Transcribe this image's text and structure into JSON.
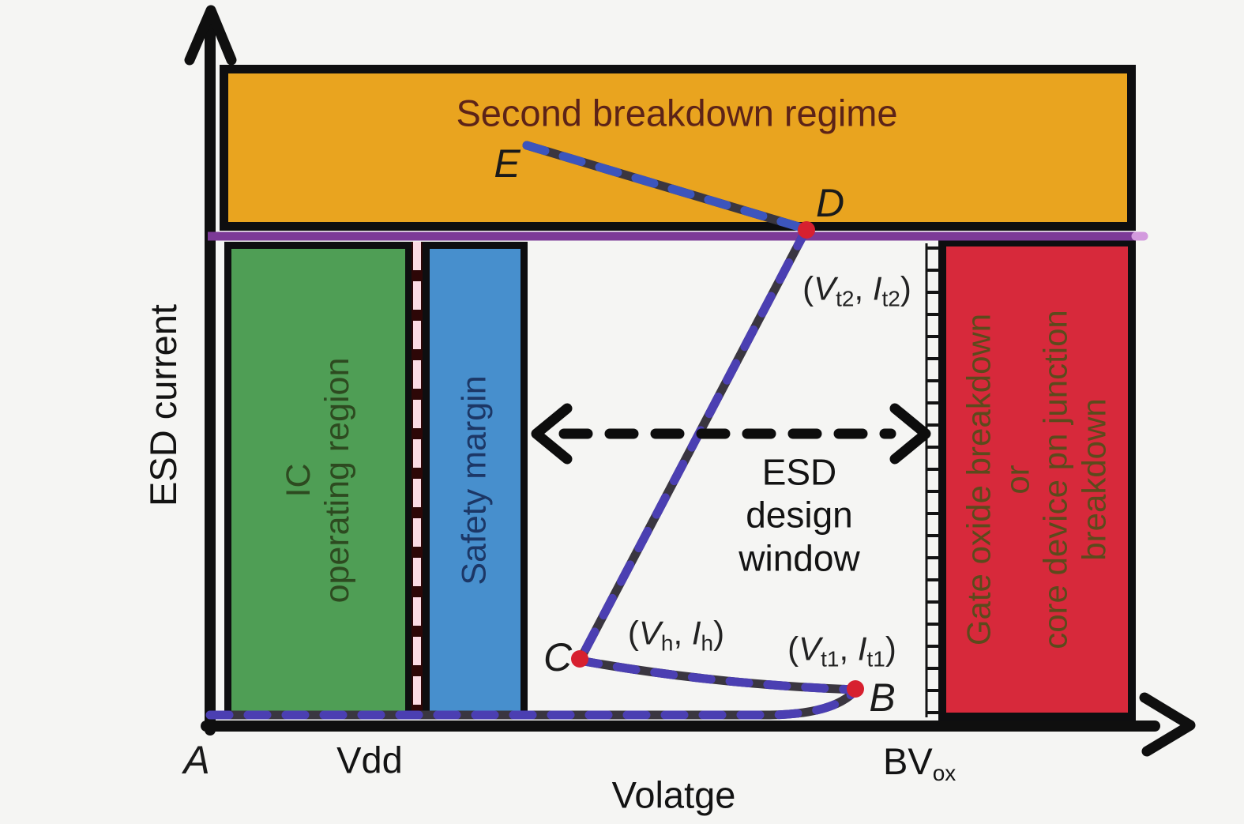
{
  "colors": {
    "bg": "#f5f5f3",
    "ink": "#0e0e10",
    "orange": "#e9a41f",
    "green": "#4f9e55",
    "blue": "#478fcd",
    "red": "#d7293b",
    "purple": "#7c3a97",
    "purple-cap": "#d39ade",
    "curve": "#4b3fb2",
    "curve-base": "#3a3640",
    "dot": "#d7202f",
    "sep-bg": "#2d0707",
    "sep-dash": "#fadbe4",
    "title-orange-text": "#5c2318",
    "green-text": "#2d4a20",
    "blue-text": "#1c3766",
    "red-text": "#5c4a1c"
  },
  "axes": {
    "y_label": "ESD current",
    "x_label": "Volatge",
    "tick_origin": "A",
    "tick_vdd": "Vdd",
    "tick_bvox_main": "BV",
    "tick_bvox_sub": "ox"
  },
  "regions": {
    "second_breakdown": {
      "label": "Second breakdown regime"
    },
    "ic_operating": {
      "lines": [
        "IC",
        "operating region"
      ]
    },
    "safety_margin": {
      "label": "Safety margin"
    },
    "breakdown_right": {
      "lines": [
        "Gate oxide breakdown",
        "or",
        "core device pn junction",
        "breakdown"
      ]
    },
    "design_window": {
      "lines": [
        "ESD",
        "design",
        "window"
      ]
    }
  },
  "points": {
    "a": "A",
    "b": "B",
    "c": "C",
    "d": "D",
    "e": "E"
  },
  "coords": {
    "d": {
      "open": "(",
      "v": "V",
      "v_sub": "t2",
      "sep": ", ",
      "i": "I",
      "i_sub": "t2",
      "close": ")"
    },
    "h": {
      "open": "(",
      "v": "V",
      "v_sub": "h",
      "sep": ", ",
      "i": "I",
      "i_sub": "h",
      "close": ")"
    },
    "t1": {
      "open": "(",
      "v": "V",
      "v_sub": "t1",
      "sep": ", ",
      "i": "I",
      "i_sub": "t1",
      "close": ")"
    }
  }
}
